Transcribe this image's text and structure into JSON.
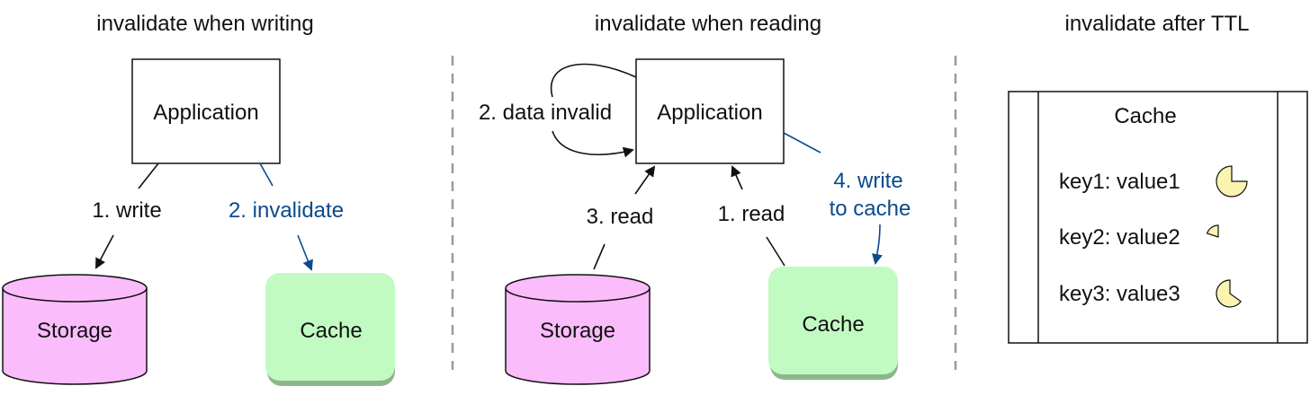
{
  "panels": [
    {
      "title": "invalidate when writing",
      "application_label": "Application",
      "storage_label": "Storage",
      "cache_label": "Cache",
      "step1": "1. write",
      "step2": "2. invalidate"
    },
    {
      "title": "invalidate when reading",
      "application_label": "Application",
      "storage_label": "Storage",
      "cache_label": "Cache",
      "step_data_invalid": "2. data invalid",
      "step_read_cache": "1. read",
      "step_read_storage": "3. read",
      "step_write_line1": "4. write",
      "step_write_line2": "to cache"
    },
    {
      "title": "invalidate after TTL",
      "cache_label": "Cache",
      "entries": [
        {
          "label": "key1: value1",
          "ttl_remaining_fraction": 0.75
        },
        {
          "label": "key2: value2",
          "ttl_remaining_fraction": 0.2
        },
        {
          "label": "key3: value3",
          "ttl_remaining_fraction": 0.65
        }
      ]
    }
  ],
  "colors": {
    "storage_fill": "#fbbcfb",
    "cache_fill": "#c2fbc2",
    "cache_shadow": "#8cb78c",
    "clock_fill": "#fbf4b0",
    "accent_blue": "#0b4a8c",
    "divider": "#9a9a9a"
  }
}
